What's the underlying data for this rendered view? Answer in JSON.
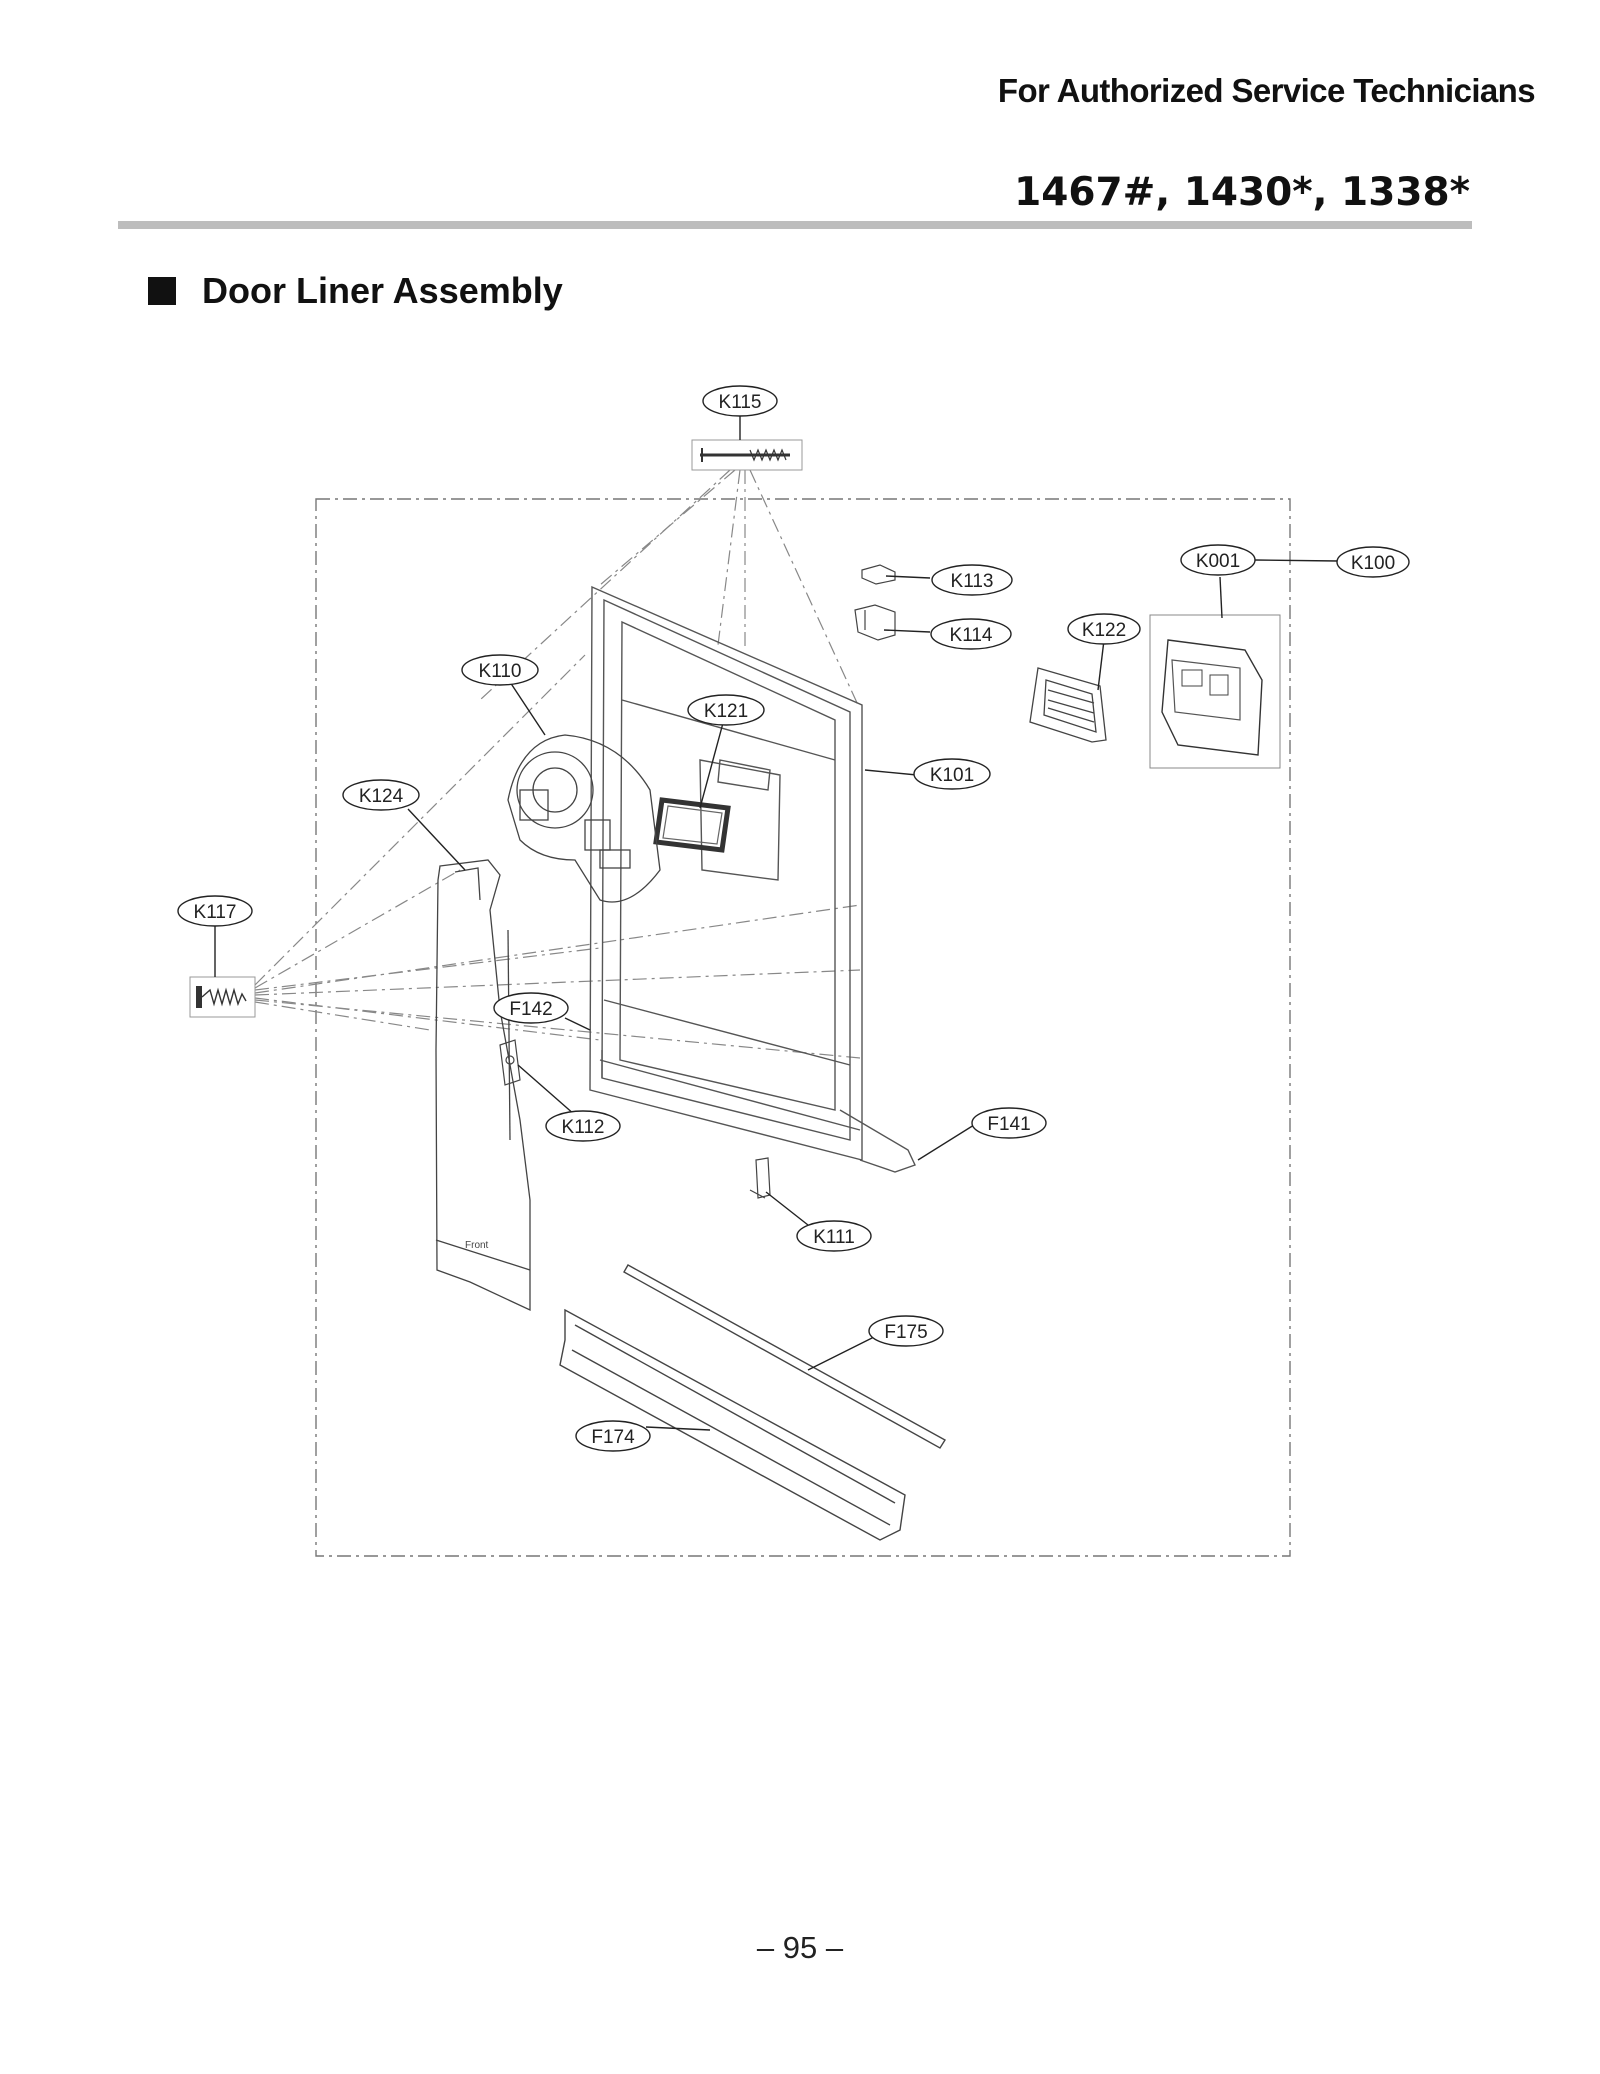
{
  "header": {
    "audience": "For Authorized Service Technicians",
    "models": "1467#, 1430*, 1338*"
  },
  "section": {
    "title": "Door Liner Assembly"
  },
  "callouts": {
    "k115": "K115",
    "k113": "K113",
    "k114": "K114",
    "k001": "K001",
    "k100": "K100",
    "k122": "K122",
    "k110": "K110",
    "k121": "K121",
    "k101": "K101",
    "k124": "K124",
    "k117": "K117",
    "f142": "F142",
    "k112": "K112",
    "f141": "F141",
    "k111": "K111",
    "f175": "F175",
    "f174": "F174"
  },
  "part_markings": {
    "front_label": "Front"
  },
  "footer": {
    "page_number": "– 95 –"
  }
}
